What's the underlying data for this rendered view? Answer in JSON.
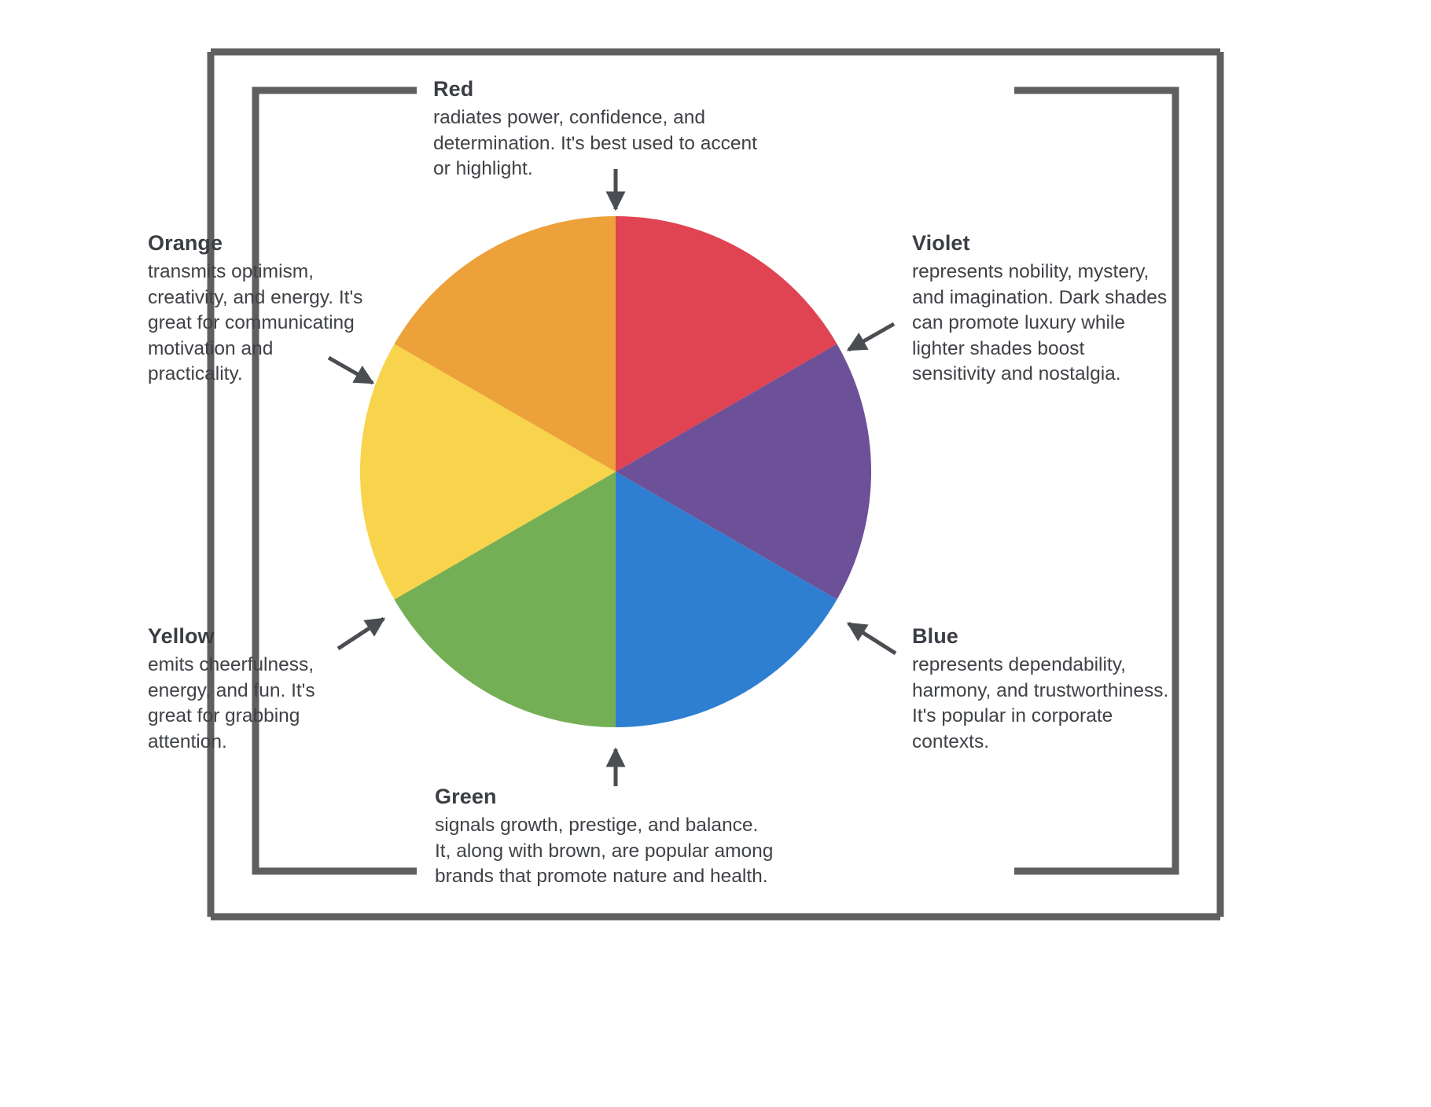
{
  "diagram": {
    "type": "color-psychology-wheel",
    "segment_count": 6,
    "colors": {
      "red": "#E04351",
      "violet": "#6D5198",
      "blue": "#2E7FD1",
      "green": "#74AF55",
      "yellow": "#F7D44C",
      "orange": "#EDA13A",
      "frame": "#5F5F5F",
      "text": "#3f4246",
      "title": "#3a3d43"
    }
  },
  "segments": {
    "red": {
      "label": "Red",
      "description": "radiates power, confidence, and\ndetermination. It's best used to accent\nor highlight.",
      "color": "#E04351"
    },
    "violet": {
      "label": "Violet",
      "description": "represents nobility, mystery,\nand imagination. Dark shades\ncan promote luxury while\nlighter shades boost\nsensitivity and nostalgia.",
      "color": "#6D5198"
    },
    "blue": {
      "label": "Blue",
      "description": "represents dependability,\nharmony, and trustworthiness.\nIt's popular in corporate\ncontexts.",
      "color": "#2E7FD1"
    },
    "green": {
      "label": "Green",
      "description": "signals growth, prestige, and balance.\nIt, along with brown, are popular among\nbrands that promote nature and health.",
      "color": "#74AF55"
    },
    "yellow": {
      "label": "Yellow",
      "description": "emits cheerfulness,\nenergy, and fun. It's\ngreat for grabbing\nattention.",
      "color": "#F7D44C"
    },
    "orange": {
      "label": "Orange",
      "description": "transmits optimism,\ncreativity, and energy. It's\ngreat for communicating\nmotivation and\npracticality.",
      "color": "#EDA13A"
    }
  },
  "chart_data": {
    "type": "pie",
    "title": "",
    "categories": [
      "Red",
      "Violet",
      "Blue",
      "Green",
      "Yellow",
      "Orange"
    ],
    "values": [
      1,
      1,
      1,
      1,
      1,
      1
    ],
    "slice_degrees": [
      60,
      60,
      60,
      60,
      60,
      60
    ],
    "start_angle_deg": -90,
    "colors": [
      "#E04351",
      "#6D5198",
      "#2E7FD1",
      "#74AF55",
      "#F7D44C",
      "#EDA13A"
    ],
    "legend": "external-callouts",
    "grid": false
  }
}
